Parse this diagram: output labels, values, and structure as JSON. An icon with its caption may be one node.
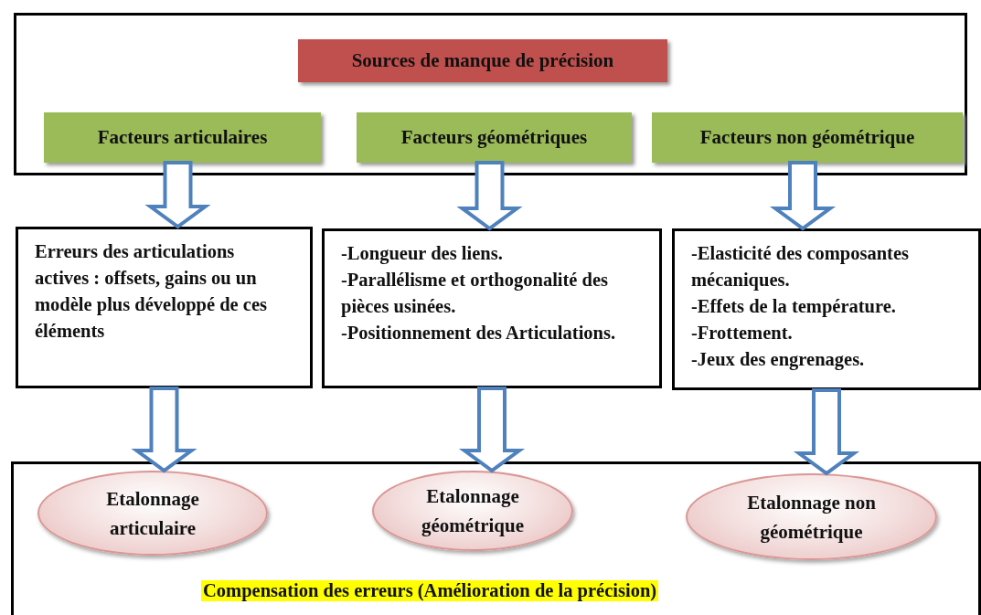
{
  "diagram": {
    "nodes": [
      {
        "text": [],
        "shape": "box"
      },
      {
        "text": [
          "Sources de manque de précision"
        ],
        "in": 0
      },
      {
        "text": [
          "Facteurs articulaires"
        ],
        "in": 0
      },
      {
        "text": [
          "Facteurs géométriques"
        ],
        "in": 0
      },
      {
        "text": [
          "Facteurs non géométrique"
        ],
        "in": 0
      },
      {
        "text": [
          "Erreurs des articulations actives : offsets, gains ou un modèle plus développé de ces éléments"
        ]
      },
      {
        "text": [
          "-Longueur des liens.",
          "-Parallélisme et orthogonalité des pièces usinées.",
          "-Positionnement des Articulations."
        ]
      },
      {
        "text": [
          "-Elasticité des composantes mécaniques.",
          "-Effets de la température.",
          "-Frottement.",
          "-Jeux des engrenages."
        ]
      },
      {
        "text": [
          "Compensation des erreurs (Amélioration de la précision)"
        ]
      },
      {
        "text": [
          "Etalonnage articulaire"
        ],
        "in": 8
      },
      {
        "text": [
          "Etalonnage géométrique"
        ],
        "in": 8
      },
      {
        "text": [
          "Etalonnage non géométrique"
        ],
        "in": 8
      }
    ],
    "edges": [
      {
        "from": 2,
        "to": 5,
        "arrow": "to"
      },
      {
        "from": 3,
        "to": 6,
        "arrow": "to"
      },
      {
        "from": 4,
        "to": 7,
        "arrow": "to"
      },
      {
        "from": 5,
        "to": 9,
        "arrow": "to"
      },
      {
        "from": 6,
        "to": 10,
        "arrow": "to"
      },
      {
        "from": 7,
        "to": 11,
        "arrow": "to"
      }
    ]
  }
}
